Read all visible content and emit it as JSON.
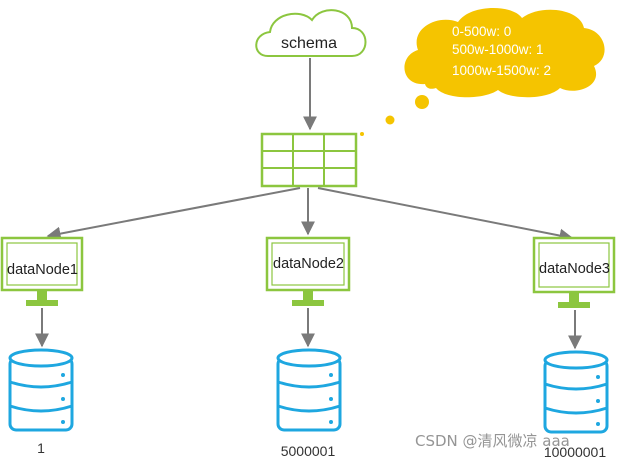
{
  "schema": {
    "label": "schema"
  },
  "routing_rules": {
    "lines": [
      "0-500w: 0",
      "500w-1000w: 1",
      "1000w-1500w: 2"
    ]
  },
  "data_nodes": [
    {
      "label": "dataNode1",
      "db_label": "1"
    },
    {
      "label": "dataNode2",
      "db_label": "5000001"
    },
    {
      "label": "dataNode3",
      "db_label": "10000001"
    }
  ],
  "watermark": "CSDN @清风微凉 aaa",
  "colors": {
    "green": "#8cc63f",
    "blue": "#1ea7e0",
    "cloud_yellow": "#f5c400",
    "arrow": "#7a7a7a"
  }
}
